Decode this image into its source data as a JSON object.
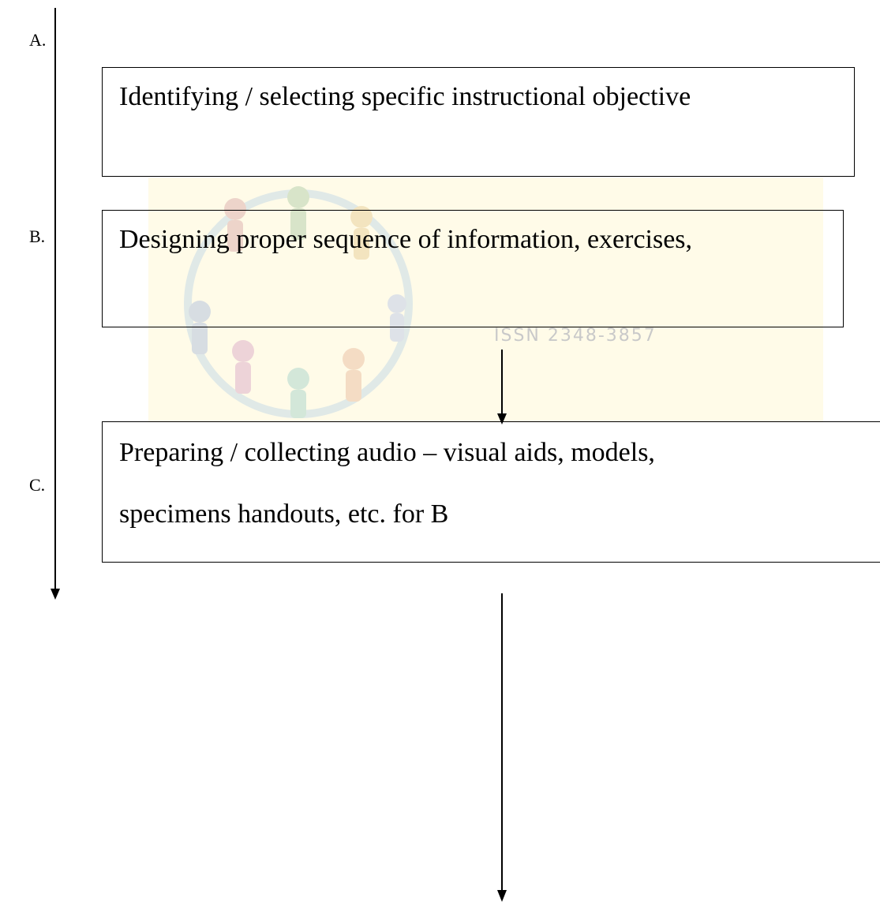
{
  "labels": {
    "a": "A.",
    "b": "B.",
    "c": "C."
  },
  "steps": {
    "a": "Identifying / selecting specific instructional objective",
    "b": "Designing proper sequence of information, exercises,",
    "c_line1": "Preparing / collecting audio – visual aids, models,",
    "c_line2": "specimens handouts, etc. for B"
  },
  "watermark": {
    "issn": "ISSN 2348-3857"
  },
  "colors": {
    "watermark_bg": "#fffbe8",
    "line": "#000000"
  }
}
